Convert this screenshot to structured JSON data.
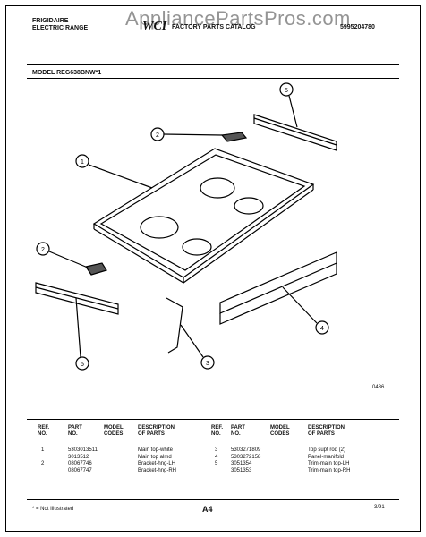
{
  "header": {
    "brand_line1": "FRIGIDAIRE",
    "brand_line2": "ELECTRIC RANGE",
    "logo": "WCI",
    "catalog_title": "FACTORY PARTS CATALOG",
    "catalog_number": "5995204780",
    "watermark": "AppliancePartsPros.com"
  },
  "model": "MODEL REG638BNW*1",
  "diagram": {
    "callouts": [
      "1",
      "2",
      "2",
      "3",
      "4",
      "5",
      "5"
    ],
    "image_code": "0486"
  },
  "table": {
    "headers": {
      "ref": [
        "REF.",
        "NO."
      ],
      "part": [
        "PART",
        "NO."
      ],
      "model": [
        "MODEL",
        "CODES"
      ],
      "desc": [
        "DESCRIPTION",
        "OF PARTS"
      ]
    },
    "left_rows": [
      {
        "ref": "1",
        "part": "5303013511",
        "desc": "Main top-white"
      },
      {
        "ref": "",
        "part": "3013512",
        "desc": "Main top almd"
      },
      {
        "ref": "2",
        "part": "08067746",
        "desc": "Bracket-hng-LH"
      },
      {
        "ref": "",
        "part": "08067747",
        "desc": "Bracket-hng-RH"
      }
    ],
    "right_rows": [
      {
        "ref": "3",
        "part": "5303271809",
        "desc": "Top supt rod (2)"
      },
      {
        "ref": "4",
        "part": "5303272158",
        "desc": "Panel-manifold"
      },
      {
        "ref": "5",
        "part": "3051354",
        "desc": "Trim-main top-LH"
      },
      {
        "ref": "",
        "part": "3051353",
        "desc": "Trim-main top-RH"
      }
    ]
  },
  "footer": {
    "note": "* = Not Illustrated",
    "page": "A4",
    "date": "3/91"
  }
}
